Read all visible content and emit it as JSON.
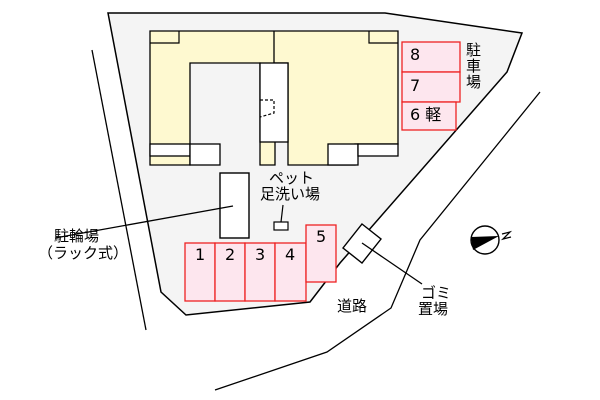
{
  "map": {
    "colors": {
      "lot_fill": "#f4f4f4",
      "building_fill": "#fef9d0",
      "parking_fill": "#fde6ee",
      "parking_stroke": "#ee2222",
      "line": "#000000",
      "background": "#ffffff"
    },
    "labels": {
      "parking_lot": "駐車場",
      "bicycle_parking_line1": "駐輪場",
      "bicycle_parking_line2": "（ラック式）",
      "pet_wash_line1": "ペット",
      "pet_wash_line2": "足洗い場",
      "garbage_line1": "ゴミ",
      "garbage_line2": "置場",
      "road": "道路",
      "north": "N"
    },
    "parking_spaces": [
      {
        "id": "1",
        "label": "1"
      },
      {
        "id": "2",
        "label": "2"
      },
      {
        "id": "3",
        "label": "3"
      },
      {
        "id": "4",
        "label": "4"
      },
      {
        "id": "5",
        "label": "5"
      },
      {
        "id": "6",
        "label": "6 軽"
      },
      {
        "id": "7",
        "label": "7"
      },
      {
        "id": "8",
        "label": "8"
      }
    ]
  }
}
